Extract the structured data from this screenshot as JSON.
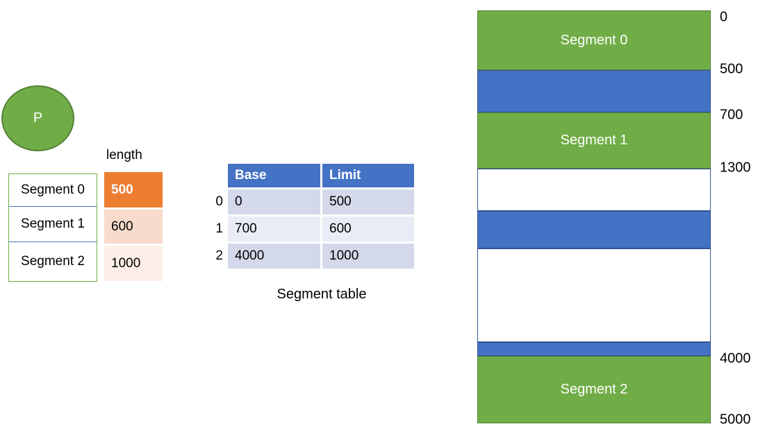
{
  "process": {
    "label": "P"
  },
  "length_column": {
    "header": "length",
    "values": [
      "500",
      "600",
      "1000"
    ]
  },
  "segment_list": {
    "rows": [
      "Segment 0",
      "Segment 1",
      "Segment 2"
    ]
  },
  "segment_table": {
    "caption": "Segment table",
    "columns": [
      "Base",
      "Limit"
    ],
    "row_indices": [
      "0",
      "1",
      "2"
    ],
    "rows": [
      [
        "0",
        "500"
      ],
      [
        "700",
        "600"
      ],
      [
        "4000",
        "1000"
      ]
    ]
  },
  "memory_map": {
    "blocks": [
      {
        "label": "Segment 0",
        "color": "green"
      },
      {
        "label": "",
        "color": "blue"
      },
      {
        "label": "Segment 1",
        "color": "green"
      },
      {
        "label": "",
        "color": "white"
      },
      {
        "label": "",
        "color": "blue"
      },
      {
        "label": "",
        "color": "white"
      },
      {
        "label": "",
        "color": "blue"
      },
      {
        "label": "Segment 2",
        "color": "green"
      }
    ],
    "address_labels": [
      "0",
      "500",
      "700",
      "1300",
      "4000",
      "5000"
    ]
  },
  "colors": {
    "segment_green": "#70AD47",
    "segment_green_border": "#538135",
    "used_blue": "#4472C4",
    "used_blue_border": "#2F528F",
    "length_orange": "#ED7D31",
    "length_orange_tint1": "#F8DBCA",
    "length_orange_tint2": "#FDEFE7",
    "table_header_blue": "#4472C4",
    "table_band_dark": "#D3D9EA",
    "table_band_light": "#E9EBF5"
  }
}
